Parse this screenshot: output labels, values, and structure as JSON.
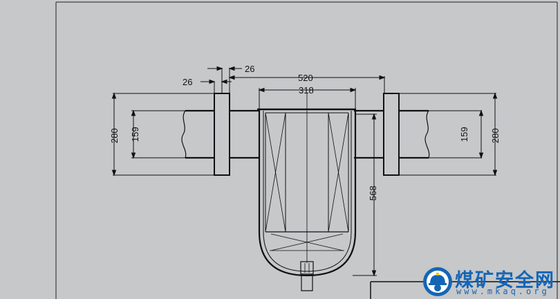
{
  "dimensions": {
    "flange_thickness_right": "26",
    "flange_thickness_left": "26",
    "overall_width": "520",
    "body_width": "318",
    "flange_height_left": "280",
    "pipe_diameter_left": "159",
    "pipe_diameter_right": "159",
    "flange_height_right": "280",
    "body_height": "568"
  },
  "watermark": {
    "name": "煤矿安全网",
    "url": "www.mkaq.org"
  },
  "colors": {
    "background": "#c6c8ca",
    "line": "#111111",
    "brand": "#1565b5"
  }
}
